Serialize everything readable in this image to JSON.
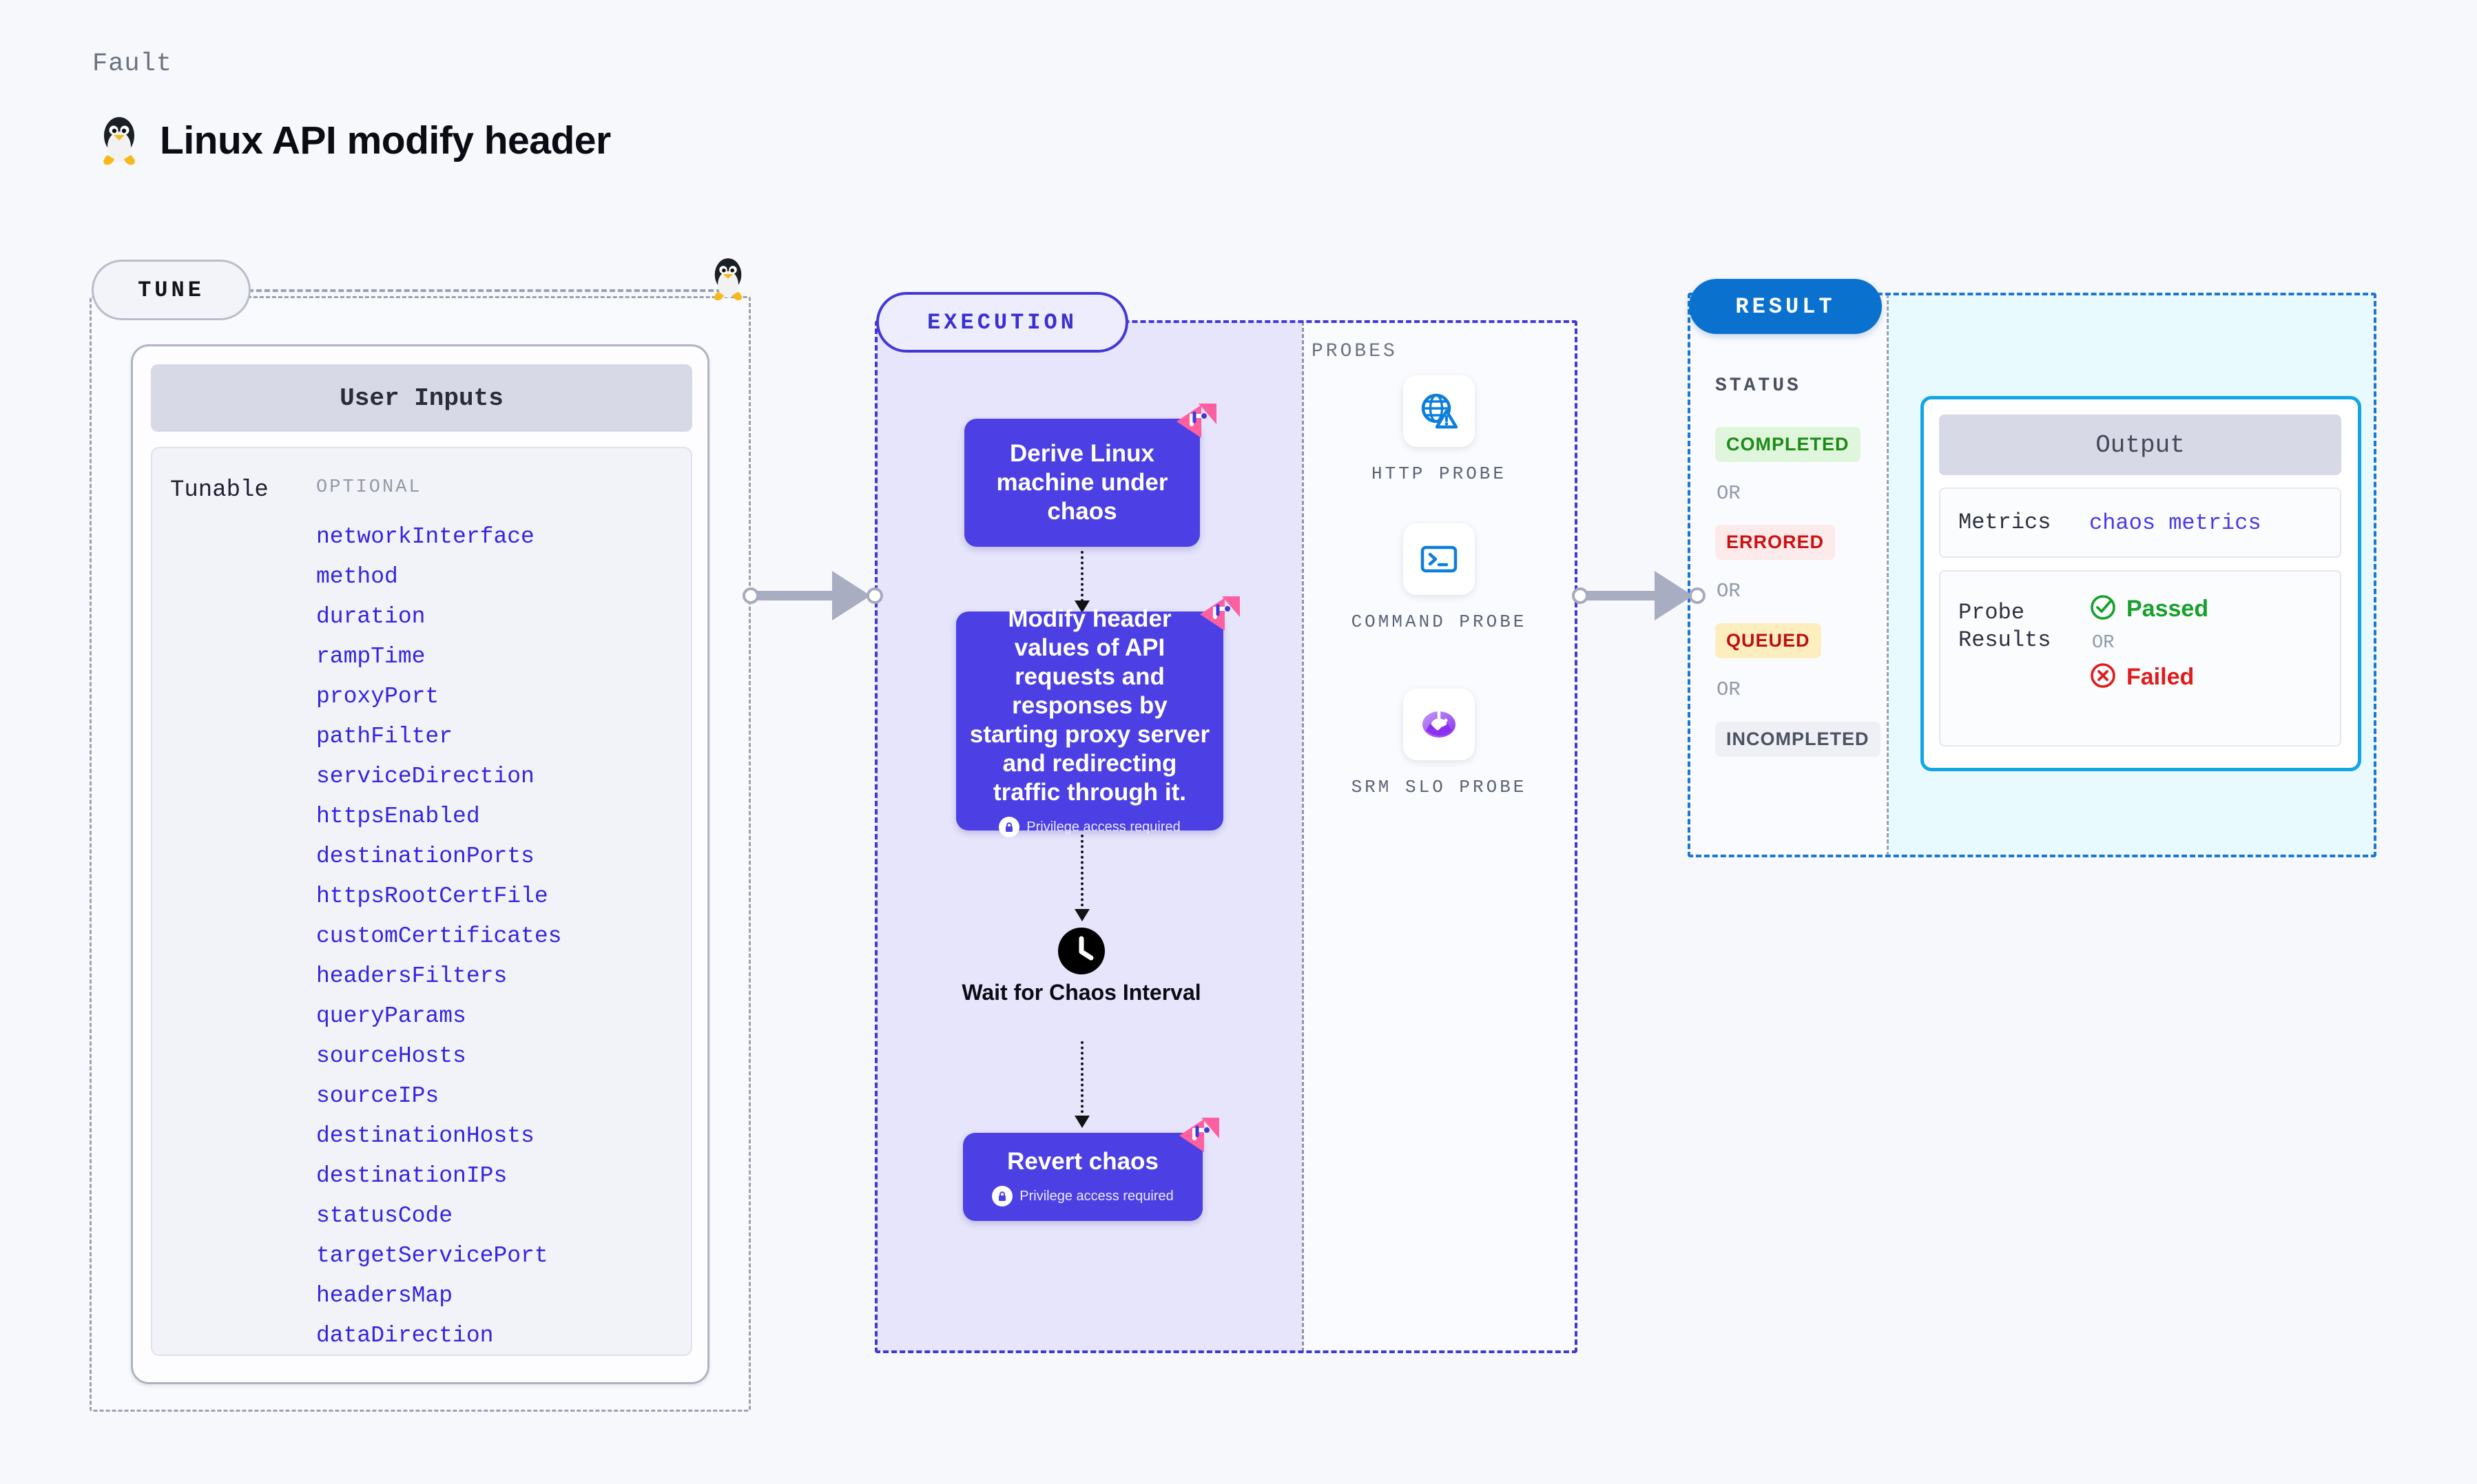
{
  "header": {
    "eyebrow": "Fault",
    "title": "Linux API modify header",
    "icon": "linux-penguin-icon"
  },
  "tune": {
    "pill_label": "TUNE",
    "card_header": "User Inputs",
    "tunable_label": "Tunable",
    "optional_label": "OPTIONAL",
    "tunables": [
      "networkInterface",
      "method",
      "duration",
      "rampTime",
      "proxyPort",
      "pathFilter",
      "serviceDirection",
      "httpsEnabled",
      "destinationPorts",
      "httpsRootCertFile",
      "customCertificates",
      "headersFilters",
      "queryParams",
      "sourceHosts",
      "sourceIPs",
      "destinationHosts",
      "destinationIPs",
      "statusCode",
      "targetServicePort",
      "headersMap",
      "dataDirection"
    ]
  },
  "execution": {
    "pill_label": "EXECUTION",
    "privilege_note": "Privilege access required",
    "steps": [
      {
        "title": "Derive Linux machine under chaos",
        "privileged": false
      },
      {
        "title": "Modify header values of API requests and responses by starting proxy server and redirecting traffic through it.",
        "privileged": true
      },
      {
        "title": "Wait for Chaos Interval",
        "privileged": false
      },
      {
        "title": "Revert chaos",
        "privileged": true
      }
    ]
  },
  "probes": {
    "section_label": "PROBES",
    "items": [
      {
        "name": "HTTP PROBE",
        "icon": "globe-warning-icon"
      },
      {
        "name": "COMMAND PROBE",
        "icon": "terminal-icon"
      },
      {
        "name": "SRM SLO PROBE",
        "icon": "slo-donut-check-icon"
      }
    ]
  },
  "result": {
    "pill_label": "RESULT",
    "status_label": "STATUS",
    "or_label": "OR",
    "statuses": [
      {
        "label": "COMPLETED",
        "bg": "#dff5dc",
        "fg": "#1c8b17"
      },
      {
        "label": "ERRORED",
        "bg": "#fdeaea",
        "fg": "#cc1111"
      },
      {
        "label": "QUEUED",
        "bg": "#fdeec0",
        "fg": "#bb1111"
      },
      {
        "label": "INCOMPLETED",
        "bg": "#eff0f6",
        "fg": "#4b5160"
      }
    ],
    "output": {
      "header": "Output",
      "metrics_key": "Metrics",
      "metrics_value": "chaos metrics",
      "probe_results_key": "Probe Results",
      "passed_label": "Passed",
      "failed_label": "Failed",
      "or_label": "OR"
    }
  },
  "colors": {
    "page_bg": "#f7f8fc",
    "exec_accent": "#4338d6",
    "exec_box": "#4c3fe4",
    "result_accent": "#1878d4",
    "output_border": "#12a6e6",
    "tunable_text": "#3524e0",
    "badge_pink": "#fc60a0"
  }
}
